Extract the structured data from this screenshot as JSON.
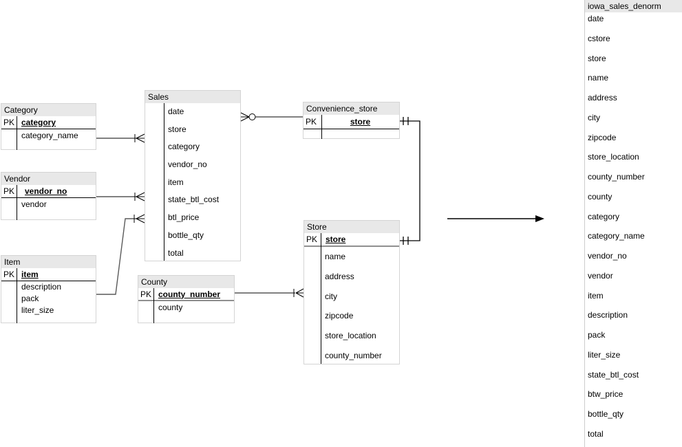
{
  "colors": {
    "header_bg": "#e8e8e8",
    "box_border": "#d4d4d4",
    "line": "#000000",
    "item_line": "#595959",
    "panel_border": "#cccccc"
  },
  "tables": {
    "category": {
      "title": "Category",
      "pk_label": "PK",
      "pk": "category",
      "fields": [
        "category_name"
      ]
    },
    "vendor": {
      "title": "Vendor",
      "pk_label": "PK",
      "pk": "vendor_no",
      "fields": [
        "vendor"
      ]
    },
    "item": {
      "title": "Item",
      "pk_label": "PK",
      "pk": "item",
      "fields": [
        "description",
        "pack",
        "liter_size"
      ]
    },
    "sales": {
      "title": "Sales",
      "fields": [
        "date",
        "store",
        "category",
        "vendor_no",
        "item",
        "state_btl_cost",
        "btl_price",
        "bottle_qty",
        "total"
      ]
    },
    "county": {
      "title": "County",
      "pk_label": "PK",
      "pk": "county_number",
      "fields": [
        "county"
      ]
    },
    "convenience_store": {
      "title": "Convenience_store",
      "pk_label": "PK",
      "pk": "store",
      "fields": []
    },
    "store": {
      "title": "Store",
      "pk_label": "PK",
      "pk": "store",
      "fields": [
        "name",
        "address",
        "city",
        "zipcode",
        "store_location",
        "county_number"
      ]
    }
  },
  "denorm": {
    "title": "iowa_sales_denorm",
    "fields": [
      "date",
      "cstore",
      "store",
      "name",
      "address",
      "city",
      "zipcode",
      "store_location",
      "county_number",
      "county",
      "category",
      "category_name",
      "vendor_no",
      "vendor",
      "item",
      "description",
      "pack",
      "liter_size",
      "state_btl_cost",
      "btw_price",
      "bottle_qty",
      "total"
    ]
  },
  "relationships": [
    {
      "from": "Category",
      "to": "Sales",
      "type": "one-to-many"
    },
    {
      "from": "Vendor",
      "to": "Sales",
      "type": "one-to-many"
    },
    {
      "from": "Item",
      "to": "Sales",
      "type": "one-to-many"
    },
    {
      "from": "Sales",
      "to": "Convenience_store",
      "type": "zero-or-many to one"
    },
    {
      "from": "Convenience_store",
      "to": "Store",
      "type": "one-to-one"
    },
    {
      "from": "County",
      "to": "Store",
      "type": "one-to-many"
    },
    {
      "from": "er-model",
      "to": "iowa_sales_denorm",
      "type": "denormalization-arrow"
    }
  ]
}
